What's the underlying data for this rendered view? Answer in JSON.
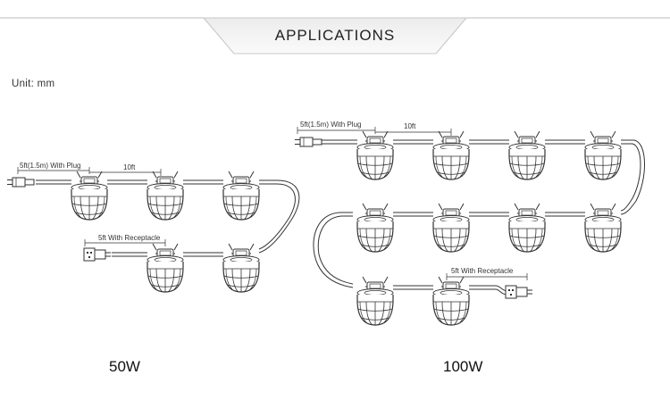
{
  "header": {
    "title": "APPLICATIONS"
  },
  "unit_text": "Unit: mm",
  "config_50w": {
    "caption": "50W",
    "plug_label": "5ft(1.5m) With Plug",
    "spacing_label": "10ft",
    "receptacle_label": "5ft With Receptacle"
  },
  "config_100w": {
    "caption": "100W",
    "plug_label": "5ft(1.5m) With Plug",
    "spacing_label": "10ft",
    "receptacle_label": "5ft With Receptacle"
  },
  "colors": {
    "line": "#333333",
    "banner_fill": "#f2f2f2",
    "banner_edge": "#cccccc"
  }
}
